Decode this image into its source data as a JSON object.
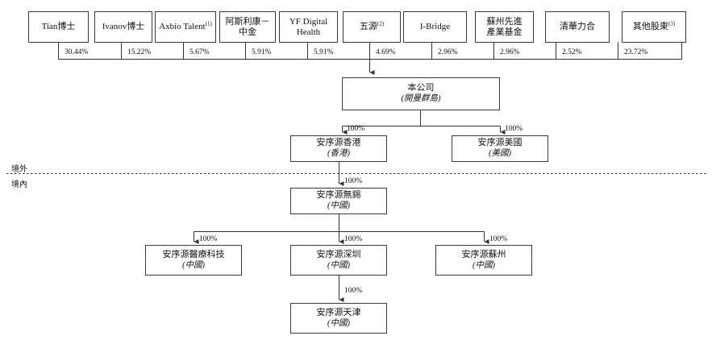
{
  "chart_title": "",
  "theme": {
    "background": "#ffffff",
    "box_border": "#3a3a3a",
    "line": "#333333",
    "text": "#111111"
  },
  "regions": {
    "offshore_label": "境外",
    "onshore_label": "境內"
  },
  "shareholders": [
    {
      "name": "Tian博士",
      "sup": "",
      "pct": "30.44%"
    },
    {
      "name": "Ivanov博士",
      "sup": "",
      "pct": "15.22%"
    },
    {
      "name": "Axbio Talent",
      "sup": "(1)",
      "pct": "5.67%"
    },
    {
      "name": "阿斯利康－\n中金",
      "sup": "",
      "pct": "5.91%"
    },
    {
      "name": "YF Digital\nHealth",
      "sup": "",
      "pct": "5.91%"
    },
    {
      "name": "五源",
      "sup": "(2)",
      "pct": "4.69%"
    },
    {
      "name": "I-Bridge",
      "sup": "",
      "pct": "2.96%"
    },
    {
      "name": "蘇州先進\n產業基金",
      "sup": "",
      "pct": "2.96%"
    },
    {
      "name": "清華力合",
      "sup": "",
      "pct": "2.52%"
    },
    {
      "name": "其他股東",
      "sup": "(3)",
      "pct": "23.72%"
    }
  ],
  "entities": {
    "company": {
      "name": "本公司",
      "jurisdiction": "(開曼群島)"
    },
    "hk": {
      "name": "安序源香港",
      "jurisdiction": "(香港)"
    },
    "us": {
      "name": "安序源美國",
      "jurisdiction": "(美國)"
    },
    "wuxi": {
      "name": "安序源無錫",
      "jurisdiction": "(中國)"
    },
    "medtech": {
      "name": "安序源醫療科技",
      "jurisdiction": "(中國)"
    },
    "shenzhen": {
      "name": "安序源深圳",
      "jurisdiction": "(中國)"
    },
    "suzhou": {
      "name": "安序源蘇州",
      "jurisdiction": "(中國)"
    },
    "tianjin": {
      "name": "安序源天津",
      "jurisdiction": "(中國)"
    }
  },
  "ownership_edges": {
    "company_to_hk": "100%",
    "company_to_us": "100%",
    "hk_to_wuxi": "100%",
    "wuxi_to_medtech": "100%",
    "wuxi_to_shenzhen": "100%",
    "wuxi_to_suzhou": "100%",
    "shenzhen_to_tianjin": "100%"
  },
  "chart_data": {
    "type": "diagram",
    "subtype": "organizational-ownership-tree",
    "title": "",
    "nodes": [
      {
        "id": "sh1",
        "label": "Tian博士",
        "level": 0
      },
      {
        "id": "sh2",
        "label": "Ivanov博士",
        "level": 0
      },
      {
        "id": "sh3",
        "label": "Axbio Talent(1)",
        "level": 0
      },
      {
        "id": "sh4",
        "label": "阿斯利康－中金",
        "level": 0
      },
      {
        "id": "sh5",
        "label": "YF Digital Health",
        "level": 0
      },
      {
        "id": "sh6",
        "label": "五源(2)",
        "level": 0
      },
      {
        "id": "sh7",
        "label": "I-Bridge",
        "level": 0
      },
      {
        "id": "sh8",
        "label": "蘇州先進產業基金",
        "level": 0
      },
      {
        "id": "sh9",
        "label": "清華力合",
        "level": 0
      },
      {
        "id": "sh10",
        "label": "其他股東(3)",
        "level": 0
      },
      {
        "id": "company",
        "label": "本公司 (開曼群島)",
        "level": 1
      },
      {
        "id": "hk",
        "label": "安序源香港 (香港)",
        "level": 2
      },
      {
        "id": "us",
        "label": "安序源美國 (美國)",
        "level": 2
      },
      {
        "id": "wuxi",
        "label": "安序源無錫 (中國)",
        "level": 3
      },
      {
        "id": "medtech",
        "label": "安序源醫療科技 (中國)",
        "level": 4
      },
      {
        "id": "shenzhen",
        "label": "安序源深圳 (中國)",
        "level": 4
      },
      {
        "id": "suzhou",
        "label": "安序源蘇州 (中國)",
        "level": 4
      },
      {
        "id": "tianjin",
        "label": "安序源天津 (中國)",
        "level": 5
      }
    ],
    "edges": [
      {
        "from": "sh1",
        "to": "company",
        "value": 30.44,
        "label": "30.44%"
      },
      {
        "from": "sh2",
        "to": "company",
        "value": 15.22,
        "label": "15.22%"
      },
      {
        "from": "sh3",
        "to": "company",
        "value": 5.67,
        "label": "5.67%"
      },
      {
        "from": "sh4",
        "to": "company",
        "value": 5.91,
        "label": "5.91%"
      },
      {
        "from": "sh5",
        "to": "company",
        "value": 5.91,
        "label": "5.91%"
      },
      {
        "from": "sh6",
        "to": "company",
        "value": 4.69,
        "label": "4.69%"
      },
      {
        "from": "sh7",
        "to": "company",
        "value": 2.96,
        "label": "2.96%"
      },
      {
        "from": "sh8",
        "to": "company",
        "value": 2.96,
        "label": "2.96%"
      },
      {
        "from": "sh9",
        "to": "company",
        "value": 2.52,
        "label": "2.52%"
      },
      {
        "from": "sh10",
        "to": "company",
        "value": 23.72,
        "label": "23.72%"
      },
      {
        "from": "company",
        "to": "hk",
        "value": 100,
        "label": "100%"
      },
      {
        "from": "company",
        "to": "us",
        "value": 100,
        "label": "100%"
      },
      {
        "from": "hk",
        "to": "wuxi",
        "value": 100,
        "label": "100%"
      },
      {
        "from": "wuxi",
        "to": "medtech",
        "value": 100,
        "label": "100%"
      },
      {
        "from": "wuxi",
        "to": "shenzhen",
        "value": 100,
        "label": "100%"
      },
      {
        "from": "wuxi",
        "to": "suzhou",
        "value": 100,
        "label": "100%"
      },
      {
        "from": "shenzhen",
        "to": "tianjin",
        "value": 100,
        "label": "100%"
      }
    ],
    "annotations": [
      "境外",
      "境內"
    ]
  }
}
